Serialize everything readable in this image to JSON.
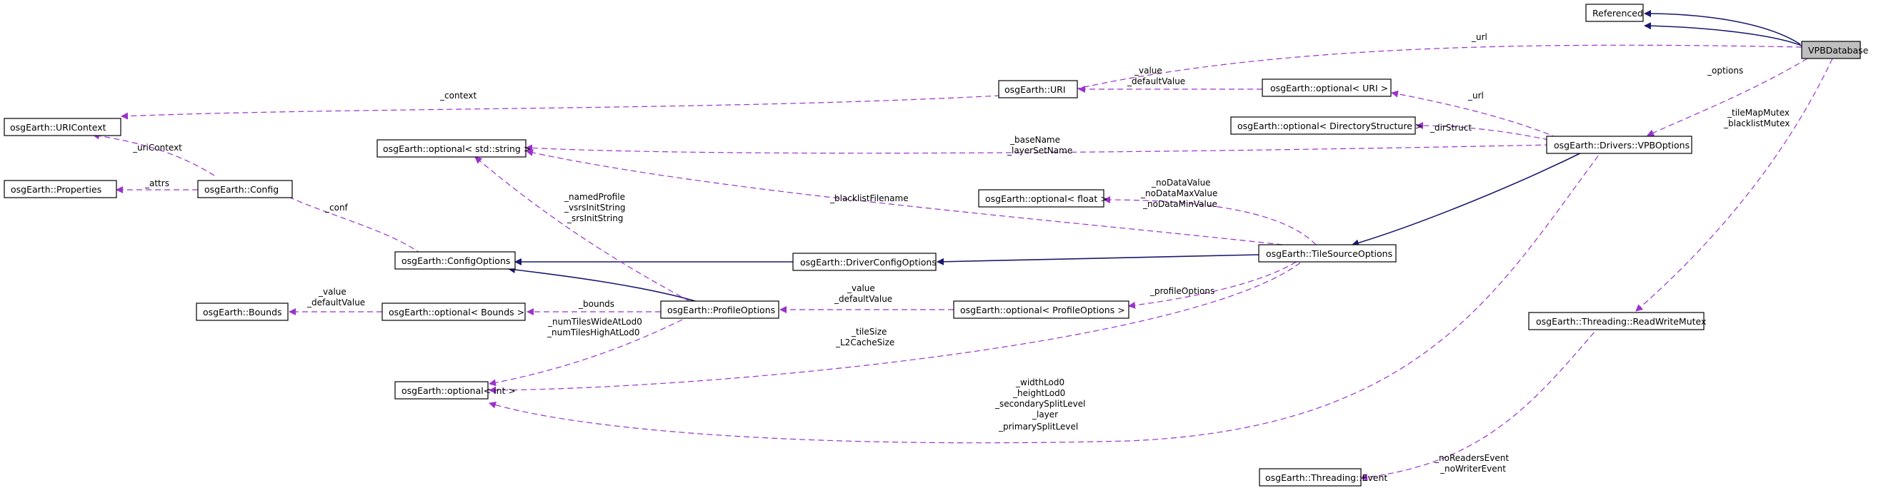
{
  "diagram": {
    "nodes": {
      "referenced": "Referenced",
      "vpbdatabase": "VPBDatabase",
      "uri": "osgEarth::URI",
      "optional_uri": "osgEarth::optional< URI >",
      "optional_dirstruct": "osgEarth::optional< DirectoryStructure >",
      "vpboptions": "osgEarth::Drivers::VPBOptions",
      "uricontext": "osgEarth::URIContext",
      "properties": "osgEarth::Properties",
      "config": "osgEarth::Config",
      "optional_string": "osgEarth::optional< std::string >",
      "optional_float": "osgEarth::optional< float >",
      "configoptions": "osgEarth::ConfigOptions",
      "driverconfigoptions": "osgEarth::DriverConfigOptions",
      "tilesourceoptions": "osgEarth::TileSourceOptions",
      "bounds": "osgEarth::Bounds",
      "optional_bounds": "osgEarth::optional< Bounds >",
      "profileoptions": "osgEarth::ProfileOptions",
      "optional_profileoptions": "osgEarth::optional< ProfileOptions >",
      "rwmutex": "osgEarth::Threading::ReadWriteMutex",
      "optional_int": "osgEarth::optional< int >",
      "event": "osgEarth::Threading::Event"
    },
    "labels": {
      "url_top": "_url",
      "options": "_options",
      "value_default_1": "_value",
      "value_default_2": "_defaultValue",
      "url_mid": "_url",
      "context": "_context",
      "dirstruct": "_dirStruct",
      "tilemapmutex_1": "_tileMapMutex",
      "tilemapmutex_2": "_blacklistMutex",
      "uricontext": "_uriContext",
      "attrs": "_attrs",
      "basename_1": "_baseName",
      "basename_2": "_layerSetName",
      "blacklist": "_blacklistFilename",
      "nodata_1": "_noDataValue",
      "nodata_2": "_noDataMaxValue",
      "nodata_3": "_noDataMinValue",
      "named_1": "_namedProfile",
      "named_2": "_vsrsInitString",
      "named_3": "_srsInitString",
      "conf": "_conf",
      "value_b_1": "_value",
      "value_b_2": "_defaultValue",
      "bounds": "_bounds",
      "value_p_1": "_value",
      "value_p_2": "_defaultValue",
      "profileoptions": "_profileOptions",
      "numtiles_1": "_numTilesWideAtLod0",
      "numtiles_2": "_numTilesHighAtLod0",
      "tilesize_1": "_tileSize",
      "tilesize_2": "_L2CacheSize",
      "width_1": "_widthLod0",
      "width_2": "_heightLod0",
      "width_3": "_secondarySplitLevel",
      "width_4": "_layer",
      "width_5": "_primarySplitLevel",
      "noreaders_1": "_noReadersEvent",
      "noreaders_2": "_noWriterEvent"
    }
  }
}
